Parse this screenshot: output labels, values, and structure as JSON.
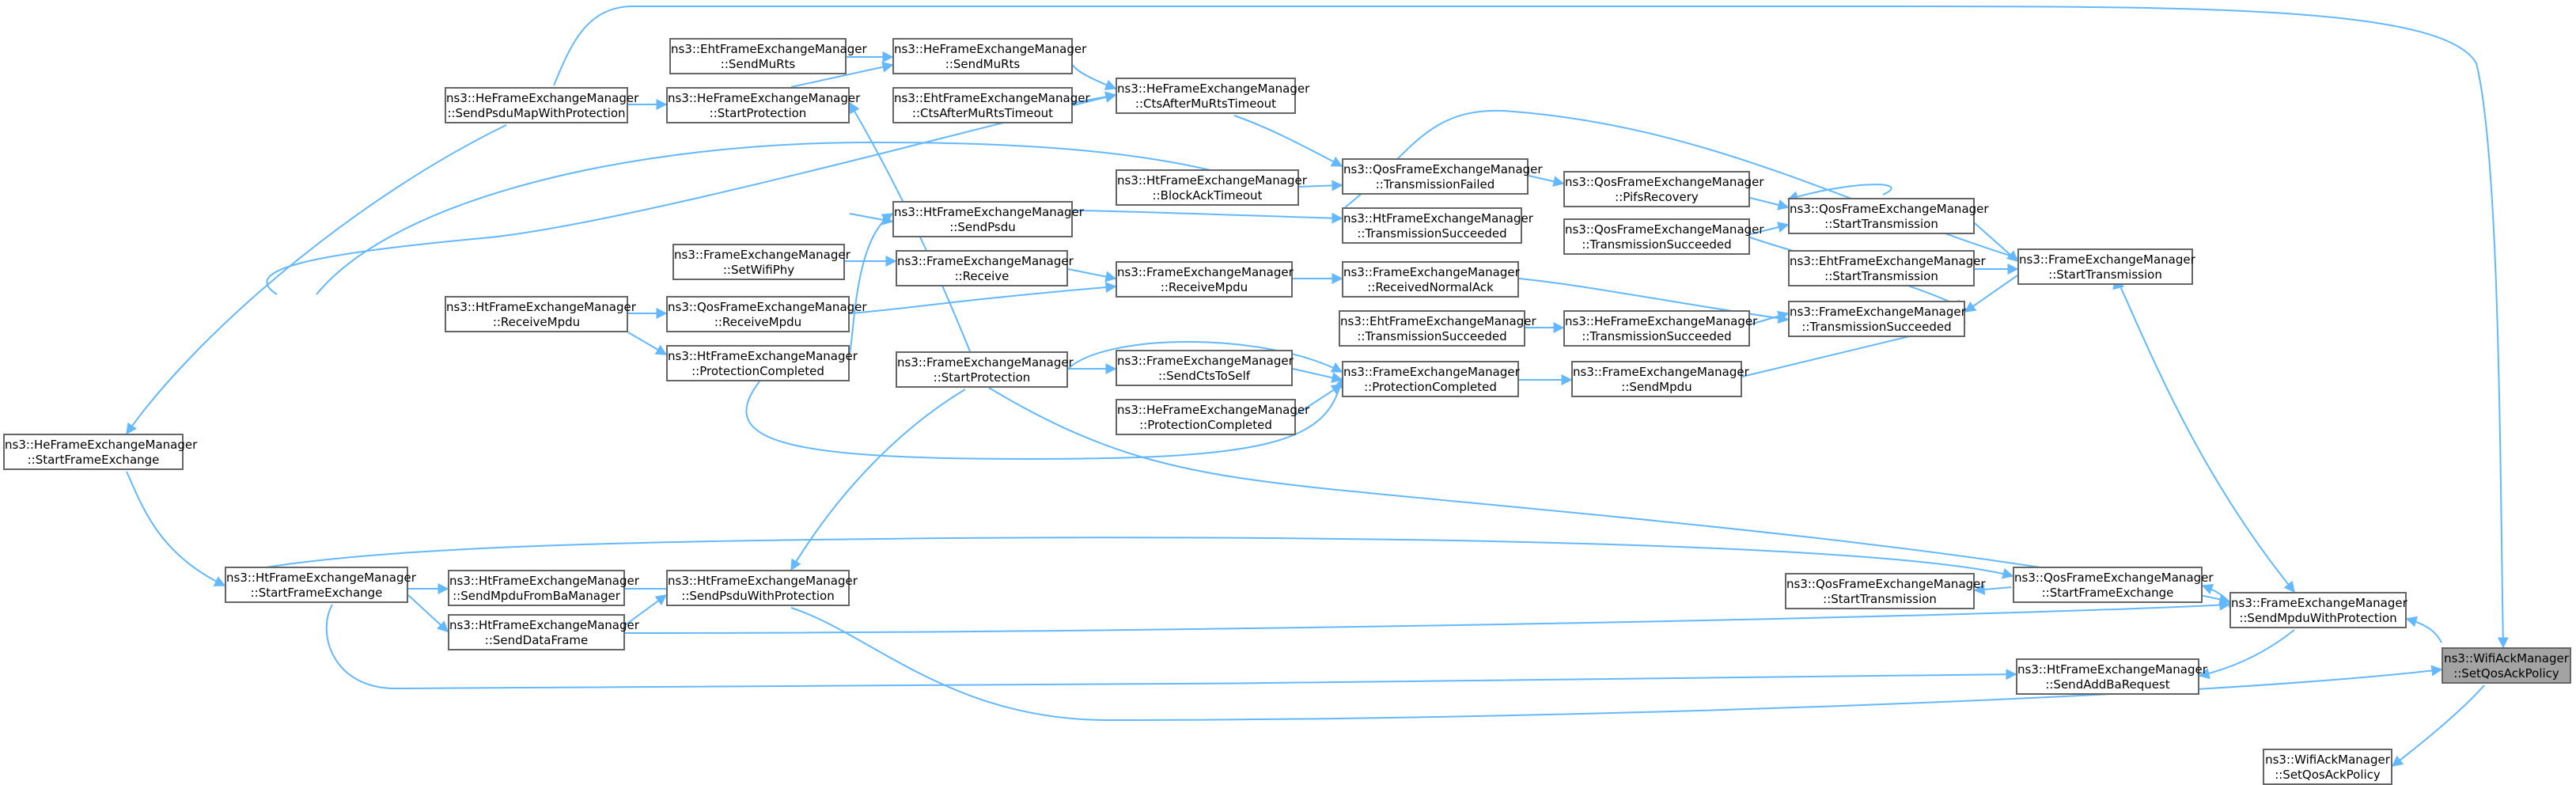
{
  "colors": {
    "edge": "#63b8ff",
    "node_border": "#666666",
    "root_fill": "#a3a3a3"
  },
  "nodes": {
    "root": {
      "l1": "ns3::WifiAckManager",
      "l2": "::SetQosAckPolicy"
    },
    "wam_setqos": {
      "l1": "ns3::WifiAckManager",
      "l2": "::SetQosAckPolicy"
    },
    "fem_sendmpduwp": {
      "l1": "ns3::FrameExchangeManager",
      "l2": "::SendMpduWithProtection"
    },
    "htfem_sendaddba": {
      "l1": "ns3::HtFrameExchangeManager",
      "l2": "::SendAddBaRequest"
    },
    "qosfem_sfe": {
      "l1": "ns3::QosFrameExchangeManager",
      "l2": "::StartFrameExchange"
    },
    "qosfem_st_lower": {
      "l1": "ns3::QosFrameExchangeManager",
      "l2": "::StartTransmission"
    },
    "htfem_sendpsduwp": {
      "l1": "ns3::HtFrameExchangeManager",
      "l2": "::SendPsduWithProtection"
    },
    "htfem_sendmpdufromba": {
      "l1": "ns3::HtFrameExchangeManager",
      "l2": "::SendMpduFromBaManager"
    },
    "htfem_senddataframe": {
      "l1": "ns3::HtFrameExchangeManager",
      "l2": "::SendDataFrame"
    },
    "htfem_sfe": {
      "l1": "ns3::HtFrameExchangeManager",
      "l2": "::StartFrameExchange"
    },
    "hefem_sfe": {
      "l1": "ns3::HeFrameExchangeManager",
      "l2": "::StartFrameExchange"
    },
    "hefem_sendpsdumapwp": {
      "l1": "ns3::HeFrameExchangeManager",
      "l2": "::SendPsduMapWithProtection"
    },
    "hefem_startprot": {
      "l1": "ns3::HeFrameExchangeManager",
      "l2": "::StartProtection"
    },
    "ehtfem_sendmurts": {
      "l1": "ns3::EhtFrameExchangeManager",
      "l2": "::SendMuRts"
    },
    "hefem_sendmurts": {
      "l1": "ns3::HeFrameExchangeManager",
      "l2": "::SendMuRts"
    },
    "ehtfem_ctsafter": {
      "l1": "ns3::EhtFrameExchangeManager",
      "l2": "::CtsAfterMuRtsTimeout"
    },
    "hefem_ctsafter": {
      "l1": "ns3::HeFrameExchangeManager",
      "l2": "::CtsAfterMuRtsTimeout"
    },
    "qosfem_txfailed": {
      "l1": "ns3::QosFrameExchangeManager",
      "l2": "::TransmissionFailed"
    },
    "htfem_blockack": {
      "l1": "ns3::HtFrameExchangeManager",
      "l2": "::BlockAckTimeout"
    },
    "htfem_txsucc": {
      "l1": "ns3::HtFrameExchangeManager",
      "l2": "::TransmissionSucceeded"
    },
    "qosfem_pifs": {
      "l1": "ns3::QosFrameExchangeManager",
      "l2": "::PifsRecovery"
    },
    "qosfem_txsucc": {
      "l1": "ns3::QosFrameExchangeManager",
      "l2": "::TransmissionSucceeded"
    },
    "qosfem_st_upper": {
      "l1": "ns3::QosFrameExchangeManager",
      "l2": "::StartTransmission"
    },
    "ehtfem_st": {
      "l1": "ns3::EhtFrameExchangeManager",
      "l2": "::StartTransmission"
    },
    "fem_st": {
      "l1": "ns3::FrameExchangeManager",
      "l2": "::StartTransmission"
    },
    "fem_txsucc": {
      "l1": "ns3::FrameExchangeManager",
      "l2": "::TransmissionSucceeded"
    },
    "fem_recvnormalack": {
      "l1": "ns3::FrameExchangeManager",
      "l2": "::ReceivedNormalAck"
    },
    "ehtfem_txsucc": {
      "l1": "ns3::EhtFrameExchangeManager",
      "l2": "::TransmissionSucceeded"
    },
    "hefem_txsucc": {
      "l1": "ns3::HeFrameExchangeManager",
      "l2": "::TransmissionSucceeded"
    },
    "fem_sendmpdu": {
      "l1": "ns3::FrameExchangeManager",
      "l2": "::SendMpdu"
    },
    "fem_protcompleted": {
      "l1": "ns3::FrameExchangeManager",
      "l2": "::ProtectionCompleted"
    },
    "fem_sendctstoself": {
      "l1": "ns3::FrameExchangeManager",
      "l2": "::SendCtsToSelf"
    },
    "hefem_protcompleted": {
      "l1": "ns3::HeFrameExchangeManager",
      "l2": "::ProtectionCompleted"
    },
    "fem_recvmpdu": {
      "l1": "ns3::FrameExchangeManager",
      "l2": "::ReceiveMpdu"
    },
    "fem_receive": {
      "l1": "ns3::FrameExchangeManager",
      "l2": "::Receive"
    },
    "fem_setwifiphy": {
      "l1": "ns3::FrameExchangeManager",
      "l2": "::SetWifiPhy"
    },
    "htfem_sendpsdu": {
      "l1": "ns3::HtFrameExchangeManager",
      "l2": "::SendPsdu"
    },
    "fem_startprot": {
      "l1": "ns3::FrameExchangeManager",
      "l2": "::StartProtection"
    },
    "qosfem_recvmpdu": {
      "l1": "ns3::QosFrameExchangeManager",
      "l2": "::ReceiveMpdu"
    },
    "htfem_protcompleted": {
      "l1": "ns3::HtFrameExchangeManager",
      "l2": "::ProtectionCompleted"
    },
    "htfem_recvmpdu": {
      "l1": "ns3::HtFrameExchangeManager",
      "l2": "::ReceiveMpdu"
    }
  }
}
